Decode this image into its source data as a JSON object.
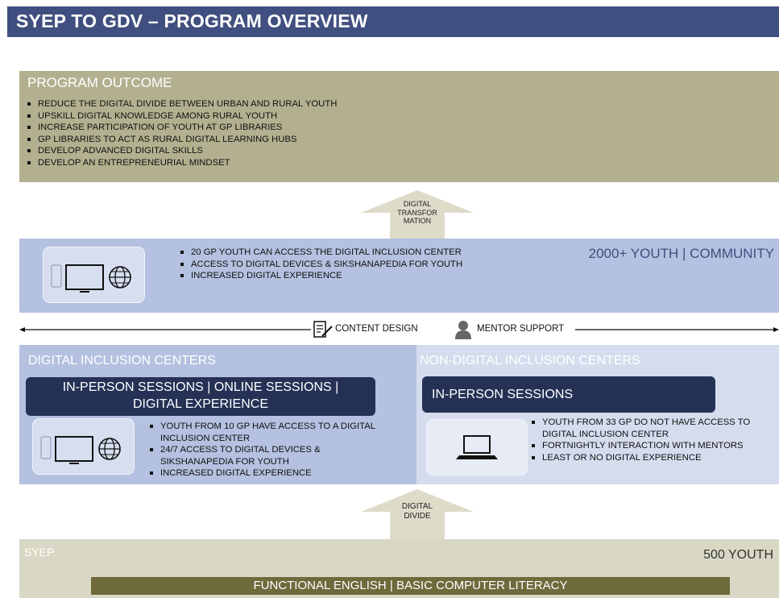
{
  "title": "SYEP TO GDV – PROGRAM OVERVIEW",
  "program_outcome": {
    "heading": "PROGRAM OUTCOME",
    "items": [
      "REDUCE THE DIGITAL DIVIDE BETWEEN URBAN AND RURAL YOUTH",
      "UPSKILL DIGITAL KNOWLEDGE AMONG RURAL YOUTH",
      "INCREASE PARTICIPATION OF YOUTH AT GP LIBRARIES",
      "GP LIBRARIES TO ACT AS RURAL DIGITAL LEARNING HUBS",
      "DEVELOP ADVANCED DIGITAL SKILLS",
      "DEVELOP AN ENTREPRENEURIAL MINDSET"
    ]
  },
  "arrow_top": {
    "lines": [
      "DIGITAL",
      "TRANSFOR",
      "MATION"
    ]
  },
  "community": {
    "label": "2000+ YOUTH | COMMUNITY",
    "items": [
      "20 GP YOUTH CAN ACCESS THE DIGITAL INCLUSION CENTER",
      "ACCESS TO DIGITAL DEVICES & SIKSHANAPEDIA FOR YOUTH",
      "INCREASED DIGITAL EXPERIENCE"
    ]
  },
  "support": {
    "content_design": "CONTENT DESIGN",
    "mentor_support": "MENTOR SUPPORT"
  },
  "dic": {
    "heading": "DIGITAL INCLUSION CENTERS",
    "pill_line1": "IN-PERSON SESSIONS | ONLINE SESSIONS |",
    "pill_line2": "DIGITAL EXPERIENCE",
    "items": [
      "YOUTH FROM 10 GP HAVE ACCESS TO A DIGITAL INCLUSION CENTER",
      "24/7 ACCESS TO DIGITAL DEVICES & SIKSHANAPEDIA FOR YOUTH",
      "INCREASED DIGITAL EXPERIENCE"
    ]
  },
  "ndic": {
    "heading": "NON-DIGITAL INCLUSION CENTERS",
    "pill": "IN-PERSON SESSIONS",
    "items": [
      "YOUTH FROM 33 GP DO NOT HAVE ACCESS TO DIGITAL INCLUSION CENTER",
      "FORTNIGHTLY INTERACTION WITH MENTORS",
      "LEAST OR NO DIGITAL EXPERIENCE"
    ]
  },
  "arrow_bottom": {
    "lines": [
      "DIGITAL",
      "DIVIDE"
    ]
  },
  "syep": {
    "label": "SYEP",
    "youth": "500 YOUTH",
    "bar": "FUNCTIONAL ENGLISH | BASIC COMPUTER LITERACY"
  },
  "colors": {
    "title_bar": "#3f4f7f",
    "outcome": "#b3b08f",
    "community": "#b4c1e0",
    "pill": "#253256",
    "syep_bar": "#6e6a3c"
  }
}
